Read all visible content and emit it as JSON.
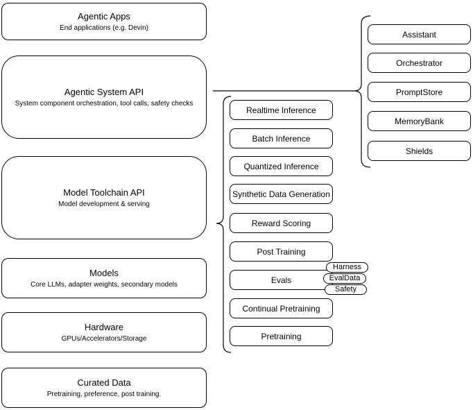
{
  "left_stack": [
    {
      "title": "Agentic Apps",
      "subtitle": "End applications (e.g. Devin)"
    },
    {
      "title": "Agentic System API",
      "subtitle": "System component orchestration, tool calls, safety checks"
    },
    {
      "title": "Model Toolchain API",
      "subtitle": "Model development & serving"
    },
    {
      "title": "Models",
      "subtitle": "Core LLMs, adapter weights, secondary models"
    },
    {
      "title": "Hardware",
      "subtitle": "GPUs/Accelerators/Storage"
    },
    {
      "title": "Curated Data",
      "subtitle": "Pretraining, preference, post training."
    }
  ],
  "toolchain": {
    "items": [
      "Realtime Inference",
      "Batch Inference",
      "Quantized Inference",
      "Synthetic Data Generation",
      "Reward Scoring",
      "Post Training",
      "Evals",
      "Continual Pretraining",
      "Pretraining"
    ]
  },
  "evals_tags": [
    "Harness",
    "EvalData",
    "Safety"
  ],
  "system_components": [
    "Assistant",
    "Orchestrator",
    "PromptStore",
    "MemoryBank",
    "Shields"
  ],
  "colors": {
    "stroke": "#000000",
    "background": "#ffffff",
    "text": "#000000"
  }
}
